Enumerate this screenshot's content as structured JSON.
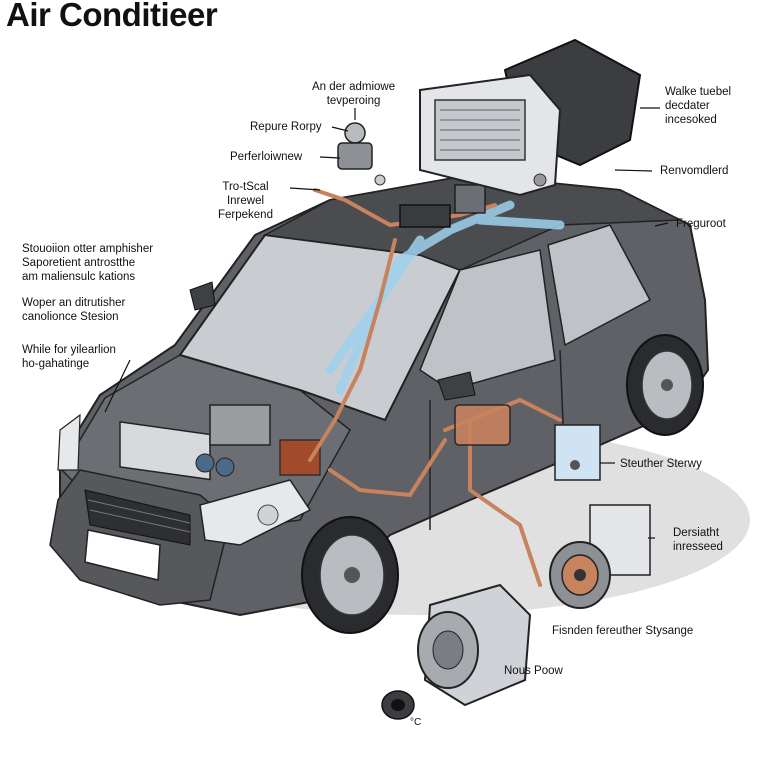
{
  "title": "Air Conditieer",
  "labels": {
    "an_der_admiowe": "An der admiowe\ntevperoing",
    "repure_rorpy": "Repure Rorpy",
    "perferloiwnew": "Perferloiwnew",
    "tro_tscal": "Tro-tScal\nInrewel\nFerpekend",
    "walke_tuebel": "Walke tuebel\ndecdater\nincesoked",
    "renvomdlerd": "Renvomdlerd",
    "freguroot": "Freguroot",
    "stouoiion": "Stouoiion otter amphisher\nSaporetient antrostthe\nam maliensulc kations",
    "woper_an": "Woper an ditrutisher\ncanolionce Stesion",
    "while_for": "While for yilearlion\nho-gahatinge",
    "steuther_sterwy": "Steuther Sterwy",
    "dersiatht": "Dersiatht\ninresseed",
    "fisnden": "Fisnden fereuther Stysange",
    "nous_poow": "Nous Poow",
    "deg_c": "°C"
  },
  "colors": {
    "car_body": "#5f6166",
    "car_dark": "#3e4044",
    "window": "#c9ccd1",
    "pipe": "#c7825e",
    "airflow": "#9fd1ee",
    "shadow": "#d7d7d7"
  }
}
